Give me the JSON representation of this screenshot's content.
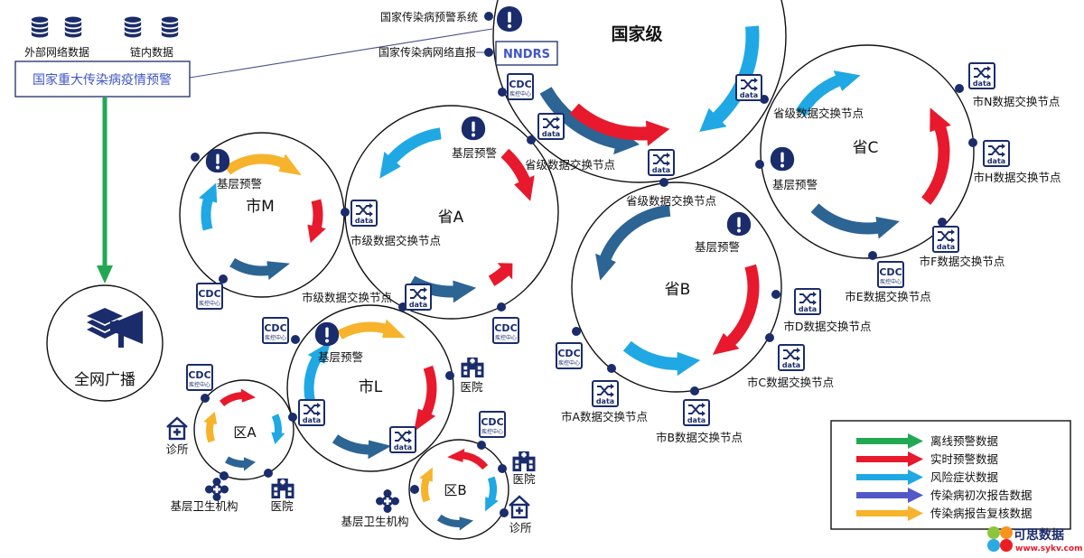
{
  "colors": {
    "offline": "#22a852",
    "realtime": "#e8192c",
    "risk": "#1fa8e4",
    "initial": "#5258c8",
    "review": "#f7b32b",
    "dark_arrow": "#2c6494",
    "node": "#1a2c6b",
    "box_text": "#4057c4"
  },
  "top_left": {
    "external_data": "外部网络数据",
    "chain_data": "链内数据",
    "warning_box": "国家重大传染病疫情预警"
  },
  "broadcast": {
    "label": "全网广播",
    "icon": "layers-megaphone-icon"
  },
  "national": {
    "title": "国家级",
    "warning_system": "国家传染病预警系统",
    "direct_report": "国家传染病网络直报",
    "nndrs": "NNDRS"
  },
  "common": {
    "cdc": "CDC",
    "cdc_sub": "疾控中心",
    "data": "data",
    "grassroots_warning": "基层预警",
    "province_node": "省级数据交换节点",
    "city_node": "市级数据交换节点",
    "hospital": "医院",
    "clinic": "诊所",
    "health_inst": "基层卫生机构"
  },
  "regions": {
    "prov_a": "省A",
    "prov_b": "省B",
    "prov_c": "省C",
    "city_m": "市M",
    "city_l": "市L",
    "dist_a": "区A",
    "dist_b": "区B"
  },
  "city_nodes": {
    "a": "市A数据交换节点",
    "b": "市B数据交换节点",
    "c": "市C数据交换节点",
    "d": "市D数据交换节点",
    "e": "市E数据交换节点",
    "f": "市F数据交换节点",
    "h": "市H数据交换节点",
    "n": "市N数据交换节点"
  },
  "legend": [
    {
      "label": "离线预警数据",
      "color": "#22a852"
    },
    {
      "label": "实时预警数据",
      "color": "#e8192c"
    },
    {
      "label": "风险症状数据",
      "color": "#1fa8e4"
    },
    {
      "label": "传染病初次报告数据",
      "color": "#5258c8"
    },
    {
      "label": "传染病报告复核数据",
      "color": "#f7b32b"
    }
  ],
  "watermark": {
    "title": "可思数据",
    "url": "www.sykv.com"
  }
}
